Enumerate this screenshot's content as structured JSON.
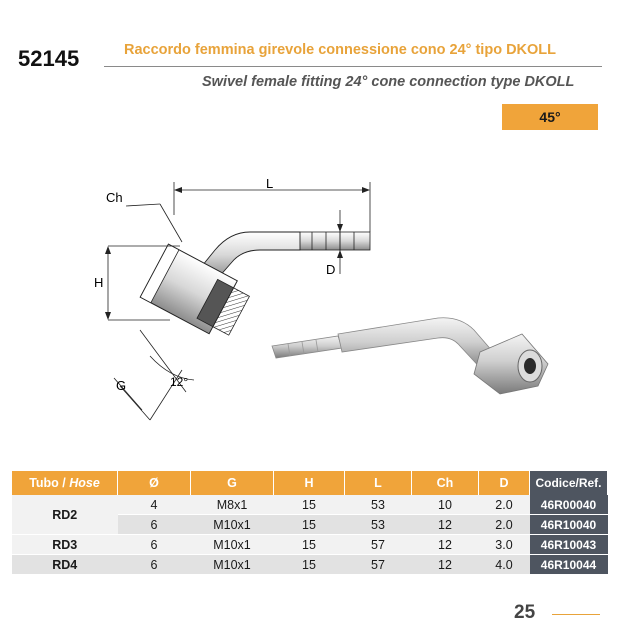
{
  "header": {
    "code": "52145",
    "title_it": "Raccordo femmina girevole connessione cono 24° tipo DKOLL",
    "title_en": "Swivel female fitting 24° cone connection type DKOLL",
    "angle_badge": "45°"
  },
  "drawing": {
    "label_ch": "Ch",
    "label_l": "L",
    "label_h": "H",
    "label_d": "D",
    "label_g": "G",
    "label_angle": "12°"
  },
  "table": {
    "headers": {
      "hose": "Tubo / Hose",
      "diameter": "Ø",
      "g": "G",
      "h": "H",
      "l": "L",
      "ch": "Ch",
      "d": "D",
      "ref": "Codice/Ref."
    },
    "rows": [
      {
        "hose": "RD2",
        "diameter": "4",
        "g": "M8x1",
        "h": "15",
        "l": "53",
        "ch": "10",
        "d": "2.0",
        "ref": "46R00040"
      },
      {
        "hose": "",
        "diameter": "6",
        "g": "M10x1",
        "h": "15",
        "l": "53",
        "ch": "12",
        "d": "2.0",
        "ref": "46R10040"
      },
      {
        "hose": "RD3",
        "diameter": "6",
        "g": "M10x1",
        "h": "15",
        "l": "57",
        "ch": "12",
        "d": "3.0",
        "ref": "46R10043"
      },
      {
        "hose": "RD4",
        "diameter": "6",
        "g": "M10x1",
        "h": "15",
        "l": "57",
        "ch": "12",
        "d": "4.0",
        "ref": "46R10044"
      }
    ]
  },
  "footer": {
    "page_number": "25"
  },
  "colors": {
    "accent": "#f0a43a",
    "ref_column": "#4e5560"
  }
}
